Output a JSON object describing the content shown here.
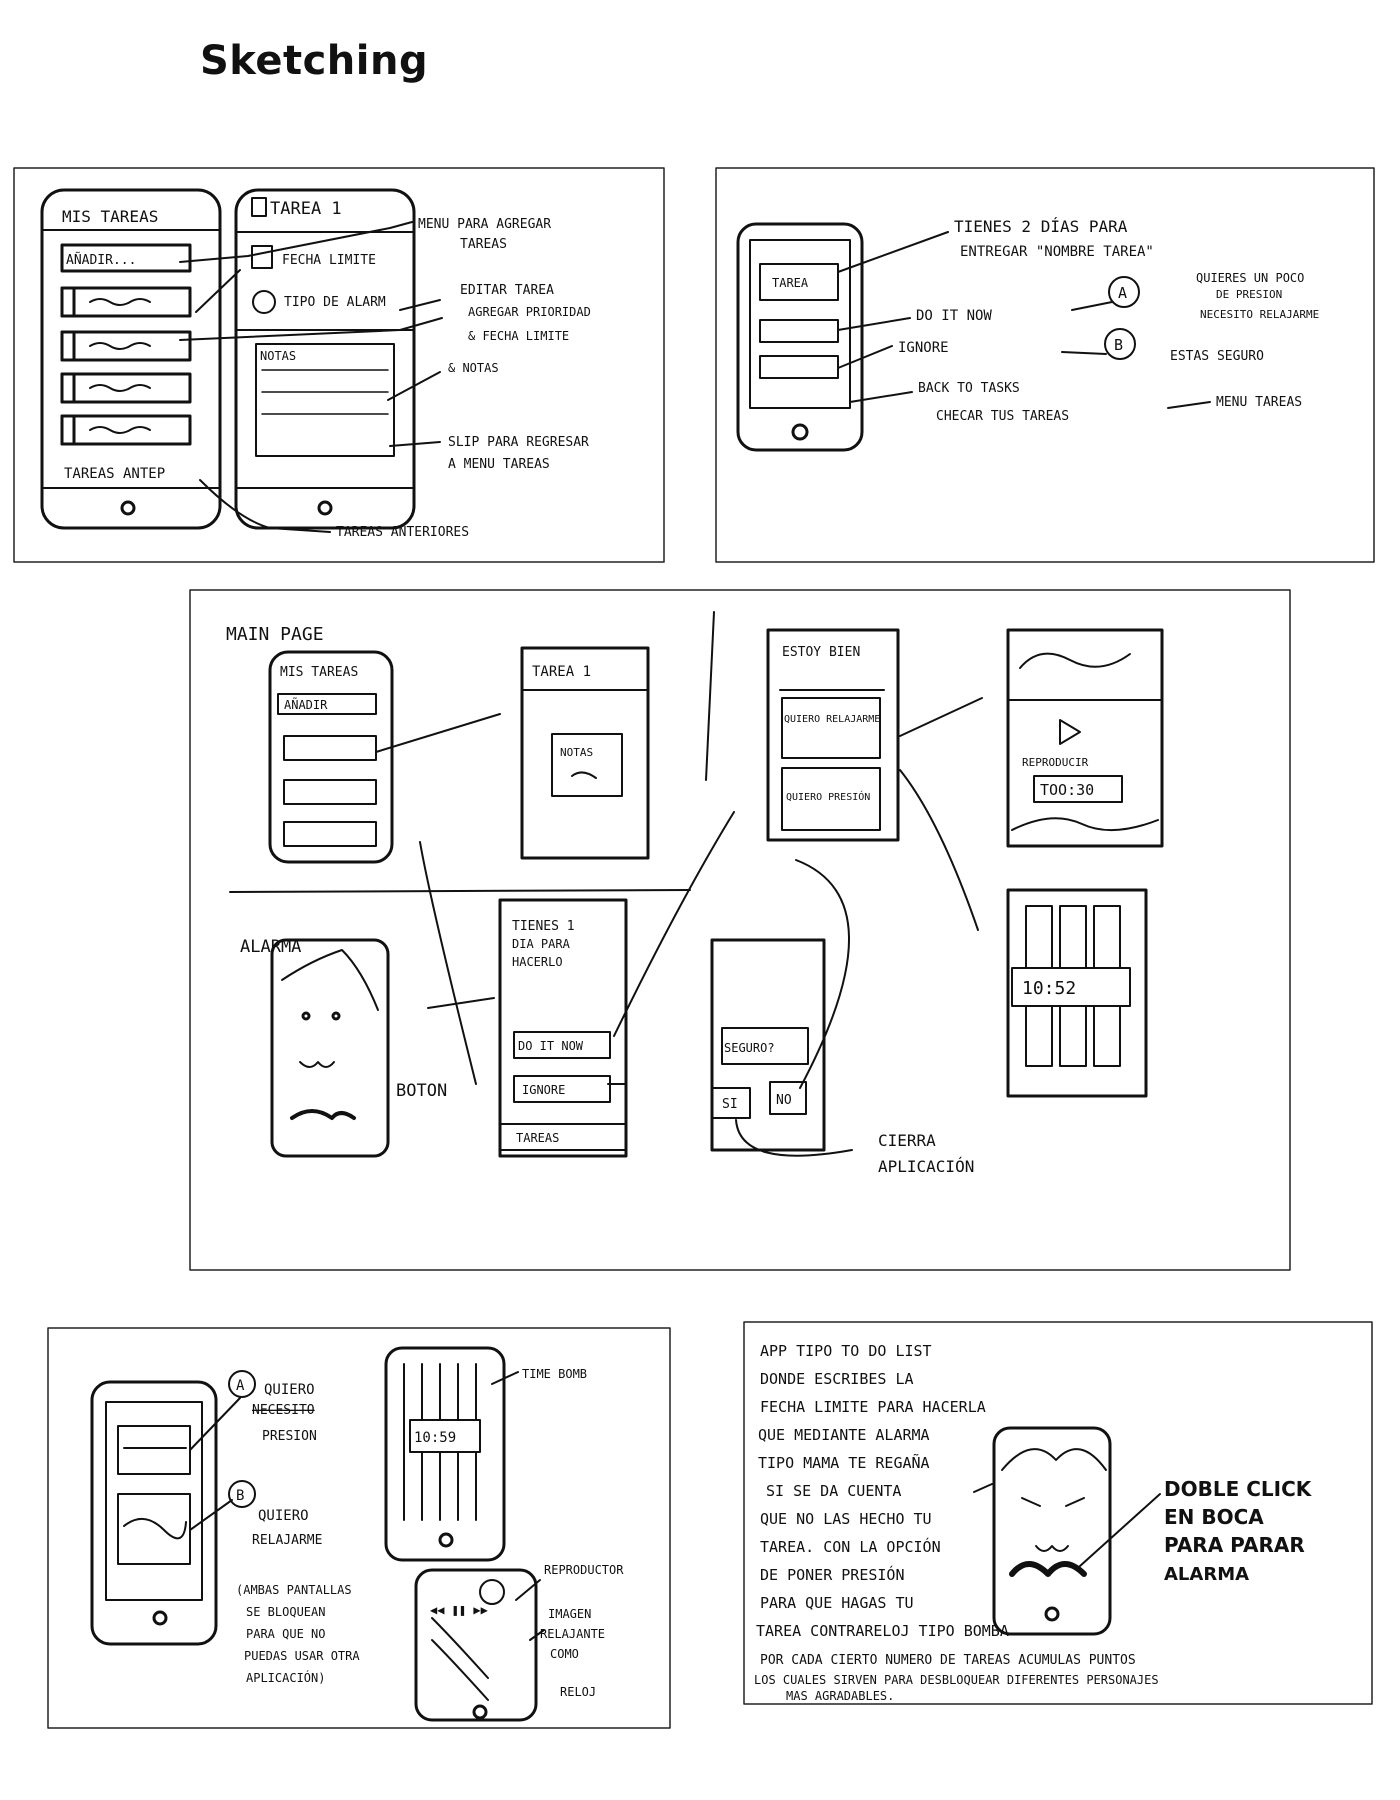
{
  "page": {
    "title": "Sketching"
  },
  "s1": {
    "screen1": {
      "header": "MIS TAREAS",
      "add": "AÑADIR...",
      "footer": "TAREAS ANTEP"
    },
    "screen2": {
      "header": "TAREA 1",
      "deadline": "FECHA LIMITE",
      "alarm": "TIPO DE ALARM",
      "notes": "NOTAS"
    },
    "annotations": {
      "a1l1": "MENU PARA AGREGAR",
      "a1l2": "TAREAS",
      "a2l1": "EDITAR TAREA",
      "a2l2": "AGREGAR PRIORIDAD",
      "a2l3": "& FECHA LIMITE",
      "a2l4": "& NOTAS",
      "a3l1": "SLIP PARA REGRESAR",
      "a3l2": "A MENU TAREAS",
      "a4": "TAREAS ANTERIORES"
    }
  },
  "s2": {
    "screen": {
      "label": "TAREA"
    },
    "annotations": {
      "n1l1": "TIENES 2 DÍAS PARA",
      "n1l2": "ENTREGAR \"NOMBRE TAREA\"",
      "n2": "DO IT NOW",
      "n3": "IGNORE",
      "n4l1": "BACK TO TASKS",
      "n4l2": "CHECAR TUS TAREAS",
      "n5": "MENU TAREAS",
      "badgeA": "A",
      "badgeB": "B",
      "optAl1": "QUIERES UN POCO",
      "optAl2": "DE PRESION",
      "optAl3": "NECESITO RELAJARME",
      "optB": "ESTAS SEGURO"
    }
  },
  "s3": {
    "mainPage": "MAIN PAGE",
    "mainHeader": "MIS TAREAS",
    "mainAdd": "AÑADIR",
    "taskHeader": "TAREA 1",
    "taskNotes": "NOTAS",
    "choiceHeader": "ESTOY BIEN",
    "choice1": "QUIERO RELAJARME",
    "choice2": "QUIERO PRESIÓN",
    "playerTime": "TOO:30",
    "playerLabel": "REPRODUCIR",
    "bombTime": "10:52",
    "alarma": "ALARMA",
    "boton": "BOTON",
    "noticeL1": "TIENES 1",
    "noticeL2": "DIA PARA",
    "noticeL3": "HACERLO",
    "doitnow": "DO IT NOW",
    "ignore": "IGNORE",
    "tareas": "TAREAS",
    "seguro": "SEGURO?",
    "si": "SI",
    "no": "NO",
    "closeL1": "CIERRA",
    "closeL2": "APLICACIÓN"
  },
  "s4": {
    "badgeA": "A",
    "badgeB": "B",
    "qA1": "QUIERO",
    "qA2": "NECESITO",
    "qA3": "PRESION",
    "qB1": "QUIERO",
    "qB2": "RELAJARME",
    "noteL1": "(AMBAS PANTALLAS",
    "noteL2": "SE BLOQUEAN",
    "noteL3": "PARA QUE NO",
    "noteL4": "PUEDAS USAR OTRA",
    "noteL5": "APLICACIÓN)",
    "timebomb": "TIME BOMB",
    "bombTime": "10:59",
    "reproductor": "REPRODUCTOR",
    "imgL1": "IMAGEN",
    "imgL2": "RELAJANTE",
    "imgL3": "COMO",
    "reloj": "RELOJ"
  },
  "s5": {
    "l1": "APP TIPO TO DO LIST",
    "l2": "DONDE ESCRIBES LA",
    "l3": "FECHA LIMITE PARA HACERLA",
    "l4": "QUE MEDIANTE ALARMA",
    "l5": "TIPO MAMA TE REGAÑA",
    "l6": "SI SE DA CUENTA",
    "l7": "QUE NO LAS HECHO TU",
    "l8": "TAREA. CON LA OPCIÓN",
    "l9": "DE PONER PRESIÓN",
    "l10": "PARA QUE HAGAS TU",
    "l11": "TAREA CONTRARELOJ TIPO BOMBA",
    "l12": "POR CADA CIERTO NUMERO DE TAREAS ACUMULAS PUNTOS",
    "l13": "LOS CUALES SIRVEN PARA DESBLOQUEAR DIFERENTES PERSONAJES",
    "l14": "MAS AGRADABLES.",
    "callL1": "DOBLE CLICK",
    "callL2": "EN BOCA",
    "callL3": "PARA PARAR",
    "callL4": "ALARMA"
  }
}
